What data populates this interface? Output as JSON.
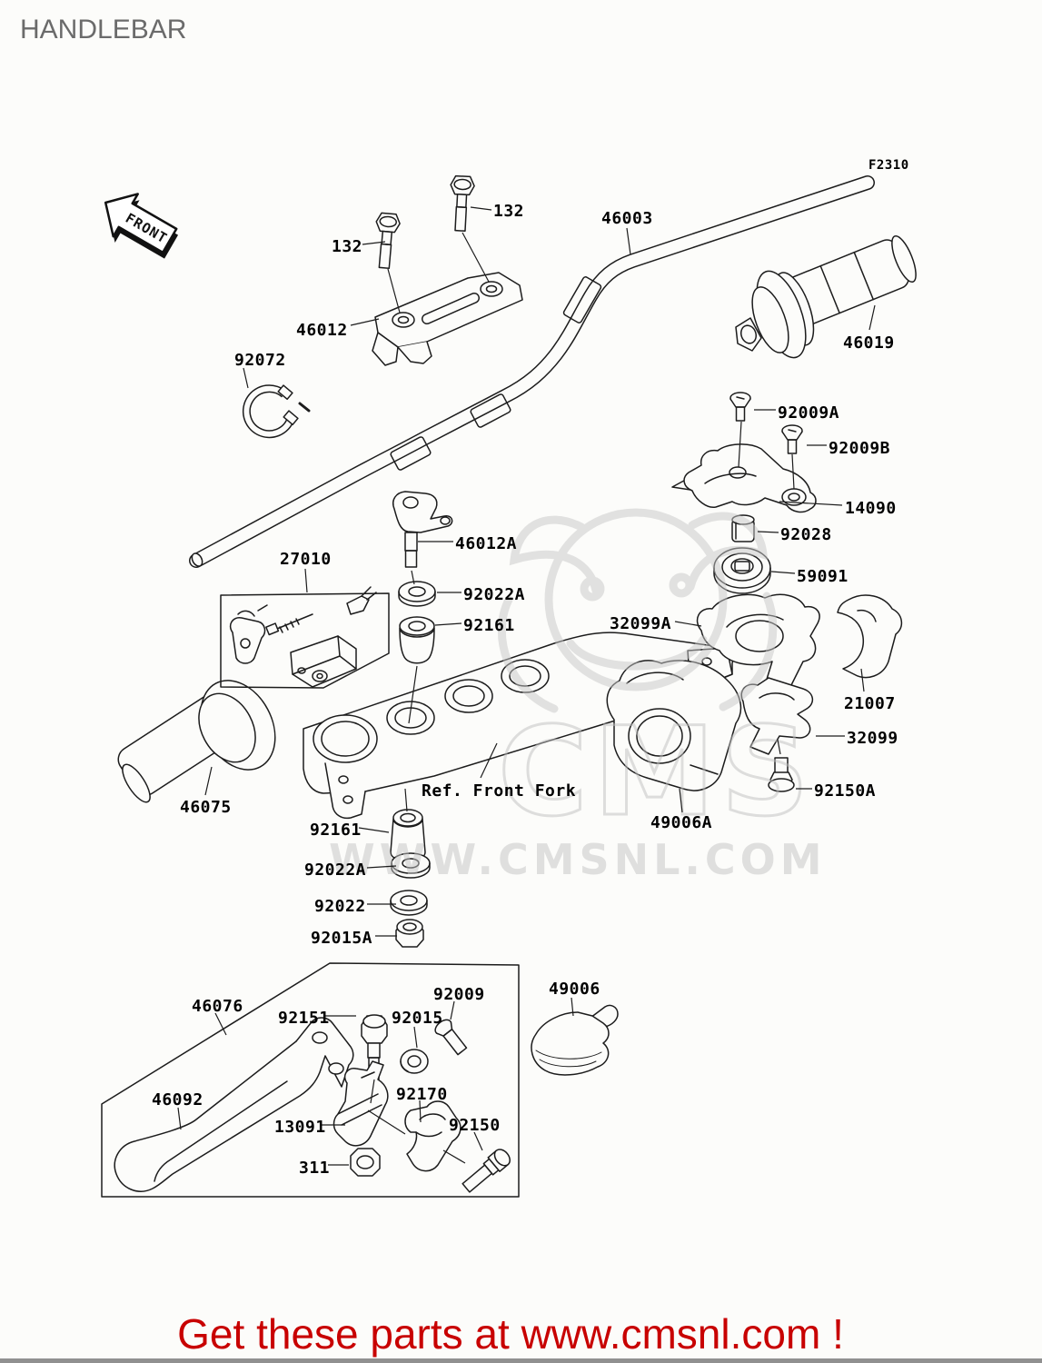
{
  "page": {
    "title": "HANDLEBAR",
    "diagram_code": "F2310",
    "front_marker": "FRONT"
  },
  "watermark": {
    "logo_text": "CMS",
    "url_text": "WWW.CMSNL.COM"
  },
  "footer": {
    "promo_text": "Get these parts at www.cmsnl.com !",
    "accent_color": "#c80000"
  },
  "labels": {
    "l132a": "132",
    "l132b": "132",
    "l46003": "46003",
    "l46012": "46012",
    "l46019": "46019",
    "l92072": "92072",
    "l92009A": "92009A",
    "l92009B": "92009B",
    "l14090": "14090",
    "l92028": "92028",
    "l59091": "59091",
    "l46012A": "46012A",
    "l27010": "27010",
    "l92022A_top": "92022A",
    "l92161_top": "92161",
    "l32099A": "32099A",
    "l21007": "21007",
    "l32099": "32099",
    "l92150A": "92150A",
    "l46075": "46075",
    "lref": "Ref. Front Fork",
    "l49006A": "49006A",
    "l92161_bot": "92161",
    "l92022A_bot": "92022A",
    "l92022": "92022",
    "l92015A": "92015A",
    "l46076": "46076",
    "l92151": "92151",
    "l92015": "92015",
    "l92009": "92009",
    "l49006": "49006",
    "l46092": "46092",
    "l13091": "13091",
    "l92170": "92170",
    "l92150": "92150",
    "l311": "311"
  }
}
